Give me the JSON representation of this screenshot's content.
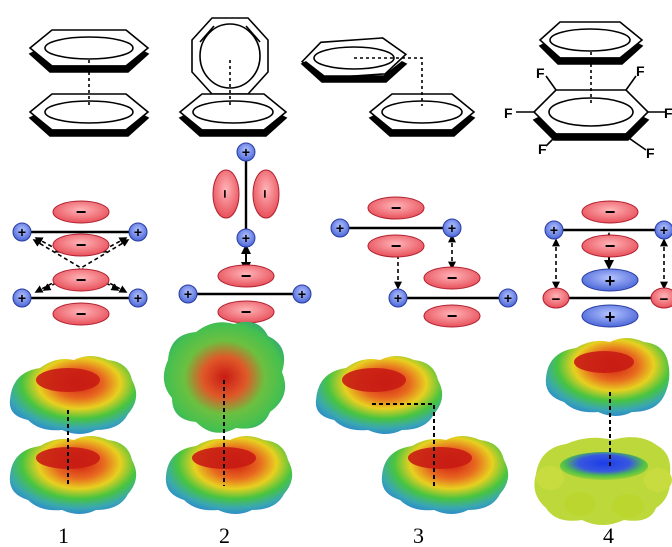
{
  "figure": {
    "panel_labels": [
      "1",
      "2",
      "3",
      "4"
    ],
    "fluorine_label": "F",
    "positive_sign": "+",
    "negative_sign": "−",
    "colors": {
      "negative": "#f0606a",
      "positive": "#5a78e0",
      "line": "#000000",
      "surface_green": "#3cc84a",
      "surface_red": "#d82018",
      "surface_blue": "#2a4ee0",
      "surface_teal": "#4ab0b0"
    }
  }
}
